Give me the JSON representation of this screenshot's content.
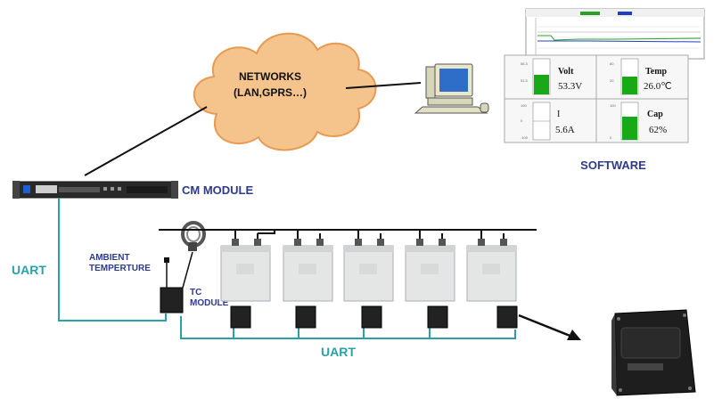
{
  "labels": {
    "network_line1": "NETWORKS",
    "network_line2": "(LAN,GPRS…)",
    "software": "SOFTWARE",
    "cm_module": "CM MODULE",
    "uart_left": "UART",
    "uart_bottom": "UART",
    "ambient_line1": "AMBIENT",
    "ambient_line2": "TEMPERTURE",
    "tc_line1": "TC",
    "tc_line2": "MODULE"
  },
  "software_panel": {
    "tiles": [
      {
        "title": "Volt",
        "value": "53.3V",
        "fill": 0.55
      },
      {
        "title": "Temp",
        "value": "26.0℃",
        "fill": 0.5
      },
      {
        "title": "I",
        "value": "5.6A",
        "fill": 0
      },
      {
        "title": "Cap",
        "value": "62%",
        "fill": 0.62
      }
    ]
  },
  "colors": {
    "cloud_fill": "#f5c48d",
    "cloud_stroke": "#e89a52",
    "label_blue": "#2e3a8c",
    "uart_teal": "#2aa0a8",
    "gauge_green": "#18a818"
  }
}
